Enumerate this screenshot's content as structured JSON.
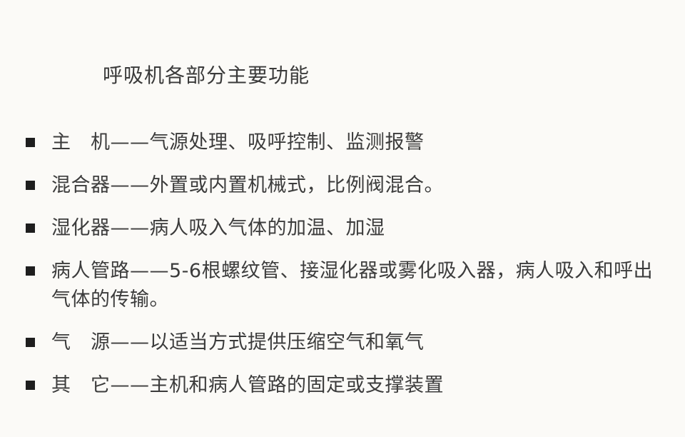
{
  "slide": {
    "title": "呼吸机各部分主要功能",
    "bullets": [
      "主　机——气源处理、吸呼控制、监测报警",
      "混合器——外置或内置机械式，比例阀混合。",
      "湿化器——病人吸入气体的加温、加湿",
      "病人管路——5-6根螺纹管、接湿化器或雾化吸入器，病人吸入和呼出气体的传输。",
      "气　源——以适当方式提供压缩空气和氧气",
      "其　它——主机和病人管路的固定或支撑装置"
    ],
    "colors": {
      "background": "#fbfaf7",
      "text": "#3c3c3c",
      "bullet": "#1e1e1e"
    }
  }
}
